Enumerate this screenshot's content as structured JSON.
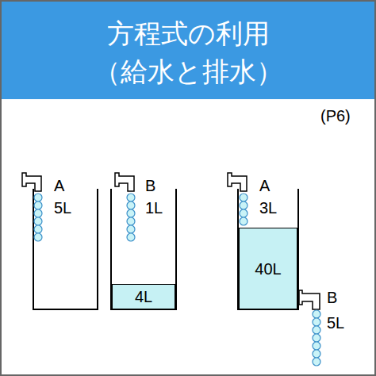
{
  "diagram": {
    "title": "方程式の利用 （給水と排水）",
    "nodes": [
      {
        "text": [
          "4L"
        ]
      },
      {
        "text": [
          "40L"
        ]
      }
    ],
    "labels": [
      "(P6)",
      "A",
      "5L",
      "B",
      "1L",
      "A",
      "3L",
      "B",
      "5L"
    ]
  }
}
